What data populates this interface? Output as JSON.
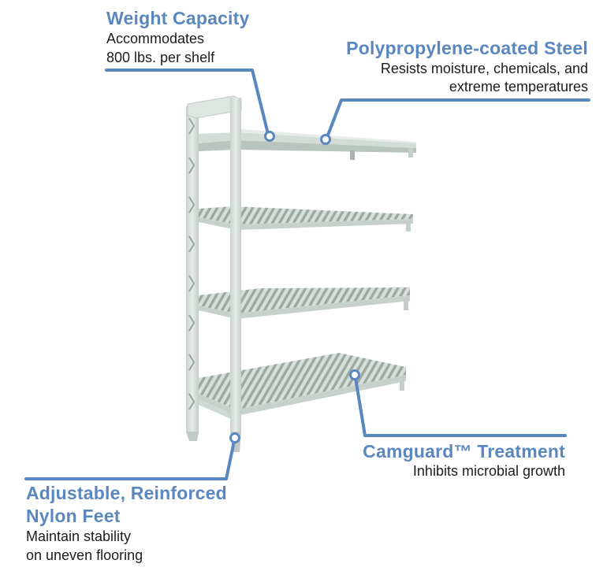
{
  "colors": {
    "accent": "#5b87bf",
    "text": "#1c1c1c",
    "shelf_frame": "#dbe3de",
    "shelf_shadow": "#b8c3bd",
    "background": "#ffffff"
  },
  "image": {
    "subject": "4-tier polymer shelving unit (add-on unit) with vented shelves",
    "shelf_count": 4
  },
  "callouts": [
    {
      "id": "weight-capacity",
      "title": "Weight Capacity",
      "description_lines": [
        "Accommodates",
        "800 lbs. per shelf"
      ]
    },
    {
      "id": "polypropylene-steel",
      "title": "Polypropylene-coated Steel",
      "description_lines": [
        "Resists moisture, chemicals, and",
        "extreme temperatures"
      ]
    },
    {
      "id": "camguard",
      "title": "Camguard™ Treatment",
      "description_lines": [
        "Inhibits microbial growth"
      ]
    },
    {
      "id": "nylon-feet",
      "title_lines": [
        "Adjustable, Reinforced",
        "Nylon Feet"
      ],
      "description_lines": [
        "Maintain stability",
        "on uneven flooring"
      ]
    }
  ]
}
